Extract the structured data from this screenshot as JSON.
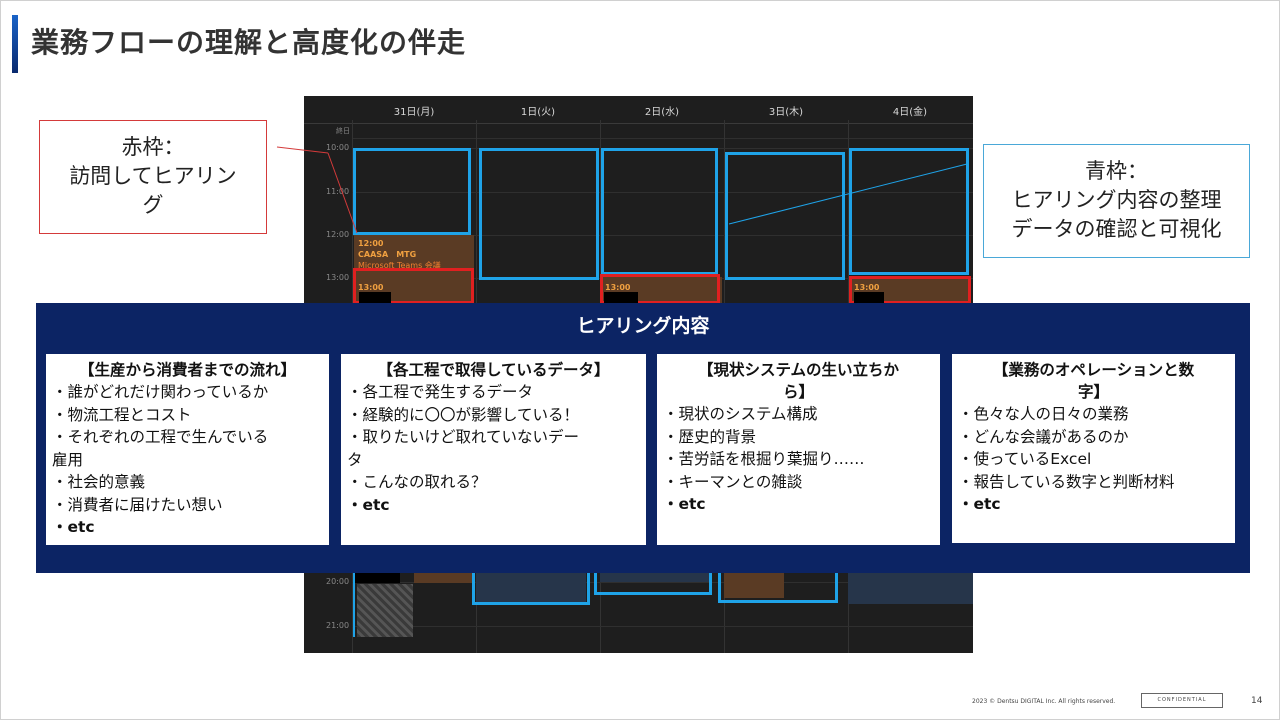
{
  "title": "業務フローの理解と高度化の伴走",
  "calendar": {
    "days": [
      "31日(月)",
      "1日(火)",
      "2日(水)",
      "3日(木)",
      "4日(金)"
    ],
    "allday_label": "終日",
    "times": [
      "10:00",
      "11:00",
      "12:00",
      "13:00",
      "20:00",
      "21:00"
    ],
    "event_mon_1200": {
      "time": "12:00",
      "title": "CAASA　MTG",
      "sub": "Microsoft Teams 会議"
    },
    "event_1300": "13:00"
  },
  "callout_red": {
    "lines": [
      "赤枠：",
      "訪問してヒアリン",
      "グ"
    ]
  },
  "callout_blue": {
    "lines": [
      "青枠：",
      "ヒアリング内容の整理",
      "データの確認と可視化"
    ]
  },
  "panel": {
    "title": "ヒアリング内容",
    "cards": [
      {
        "head": [
          "【生産から消費者までの流れ】"
        ],
        "items": [
          "・誰がどれだけ関わっているか",
          "・物流工程とコスト",
          "・それぞれの工程で生んでいる",
          "雇用",
          "・社会的意義",
          "・消費者に届けたい想い",
          "・etc"
        ]
      },
      {
        "head": [
          "【各工程で取得しているデータ】"
        ],
        "items": [
          "・各工程で発生するデータ",
          "・経験的に〇〇が影響している！",
          "・取りたいけど取れていないデー",
          "タ",
          "・こんなの取れる？",
          "・etc"
        ]
      },
      {
        "head": [
          "【現状システムの生い立ちか",
          "ら】"
        ],
        "items": [
          "・現状のシステム構成",
          "・歴史的背景",
          "・苦労話を根掘り葉掘り……",
          "・キーマンとの雑談",
          "・etc"
        ]
      },
      {
        "head": [
          "【業務のオペレーションと数",
          "字】"
        ],
        "items": [
          "・色々な人の日々の業務",
          "・どんな会議があるのか",
          "・使っているExcel",
          "・報告している数字と判断材料",
          "・etc"
        ]
      }
    ]
  },
  "footer": {
    "copyright": "2023 © Dentsu DIGITAL Inc. All rights reserved.",
    "confidential": "CONFIDENTIAL",
    "page": "14"
  }
}
